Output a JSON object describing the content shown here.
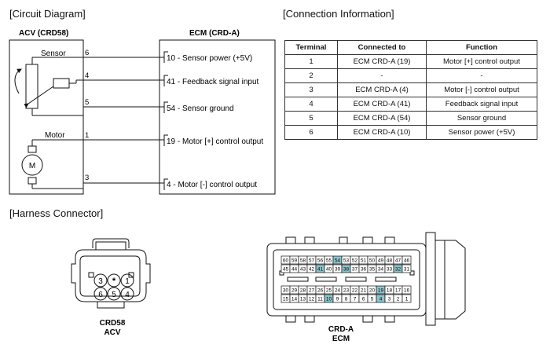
{
  "titles": {
    "circuit": "[Circuit Diagram]",
    "connection": "[Connection Information]",
    "harness": "[Harness Connector]"
  },
  "acv": {
    "title": "ACV (CRD58)",
    "sensor": "Sensor",
    "motor": "Motor",
    "motor_symbol": "M",
    "pins": [
      "6",
      "4",
      "5",
      "1",
      "3"
    ]
  },
  "ecm": {
    "title": "ECM (CRD-A)",
    "pins": [
      "10 - Sensor power (+5V)",
      "41 - Feedback signal input",
      "54 - Sensor ground",
      "19 - Motor [+] control output",
      "4 - Motor [-] control output"
    ]
  },
  "table": {
    "headers": [
      "Terminal",
      "Connected to",
      "Function"
    ],
    "rows": [
      [
        "1",
        "ECM CRD-A (19)",
        "Motor [+] control output"
      ],
      [
        "2",
        "-",
        "-"
      ],
      [
        "3",
        "ECM CRD-A (4)",
        "Motor [-] control output"
      ],
      [
        "4",
        "ECM CRD-A (41)",
        "Feedback signal input"
      ],
      [
        "5",
        "ECM CRD-A (54)",
        "Sensor ground"
      ],
      [
        "6",
        "ECM CRD-A (10)",
        "Sensor power (+5V)"
      ]
    ]
  },
  "crd58": {
    "label1": "CRD58",
    "label2": "ACV",
    "pins_top": [
      "3",
      "*",
      "1"
    ],
    "pins_bottom": [
      "6",
      "5",
      "4"
    ]
  },
  "crda": {
    "label1": "CRD-A",
    "label2": "ECM",
    "row1": [
      "60",
      "59",
      "58",
      "57",
      "56",
      "55",
      "54",
      "53",
      "52",
      "51",
      "50",
      "49",
      "48",
      "47",
      "46"
    ],
    "row2": [
      "45",
      "44",
      "43",
      "42",
      "41",
      "40",
      "39",
      "38",
      "37",
      "36",
      "35",
      "34",
      "33",
      "32",
      "31"
    ],
    "row3": [
      "30",
      "29",
      "28",
      "27",
      "26",
      "25",
      "24",
      "23",
      "22",
      "21",
      "20",
      "19",
      "18",
      "17",
      "16"
    ],
    "row4": [
      "15",
      "14",
      "13",
      "12",
      "11",
      "10",
      "9",
      "8",
      "7",
      "6",
      "5",
      "4",
      "3",
      "2",
      "1"
    ],
    "highlighted": [
      "54",
      "38",
      "32",
      "41",
      "19",
      "10",
      "4"
    ],
    "highlight_color": "#8fc4cc"
  }
}
